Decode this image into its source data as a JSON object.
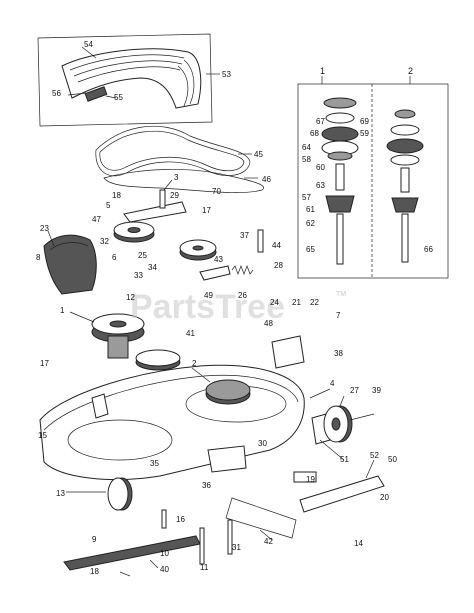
{
  "watermark": {
    "text": "PartsTree",
    "trademark": "TM"
  },
  "inset_headers": {
    "left": "1",
    "right": "2"
  },
  "callouts": [
    "54",
    "53",
    "56",
    "55",
    "45",
    "46",
    "3",
    "1",
    "2",
    "5",
    "29",
    "70",
    "17",
    "18",
    "47",
    "32",
    "44",
    "33",
    "37",
    "6",
    "25",
    "34",
    "43",
    "49",
    "28",
    "26",
    "23",
    "8",
    "12",
    "24",
    "21",
    "22",
    "41",
    "48",
    "7",
    "30",
    "38",
    "17",
    "40",
    "27",
    "39",
    "4",
    "13",
    "35",
    "36",
    "51",
    "52",
    "50",
    "19",
    "20",
    "14",
    "42",
    "9",
    "16",
    "31",
    "11",
    "18",
    "10",
    "15",
    "59",
    "69",
    "64",
    "58",
    "68",
    "57",
    "61",
    "62",
    "66",
    "65",
    "63",
    "60",
    "67"
  ]
}
